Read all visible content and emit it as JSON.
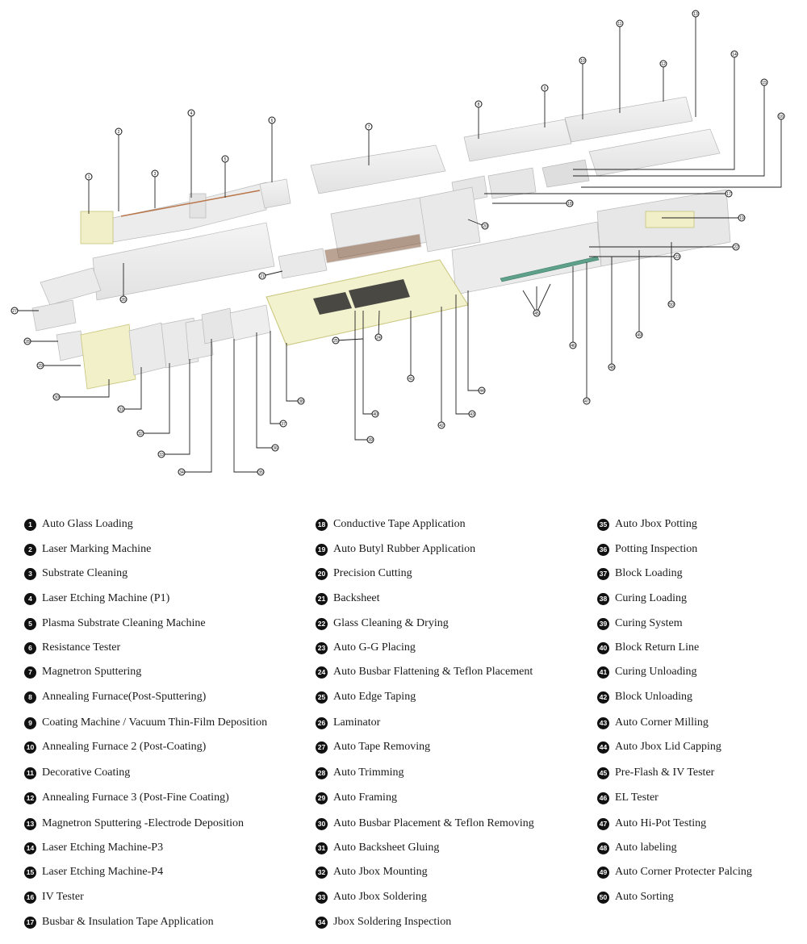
{
  "stations": [
    {
      "n": "1",
      "label": "Auto Glass Loading"
    },
    {
      "n": "2",
      "label": "Laser Marking Machine"
    },
    {
      "n": "3",
      "label": "Substrate Cleaning"
    },
    {
      "n": "4",
      "label": "Laser Etching Machine (P1)"
    },
    {
      "n": "5",
      "label": "Plasma Substrate Cleaning Machine"
    },
    {
      "n": "6",
      "label": "Resistance Tester"
    },
    {
      "n": "7",
      "label": "Magnetron Sputtering"
    },
    {
      "n": "8",
      "label": "Annealing Furnace(Post-Sputtering)"
    },
    {
      "n": "9",
      "label": "Coating Machine / Vacuum Thin-Film Deposition"
    },
    {
      "n": "10",
      "label": "Annealing Furnace 2 (Post-Coating)"
    },
    {
      "n": "11",
      "label": "Decorative Coating"
    },
    {
      "n": "12",
      "label": "Annealing Furnace 3 (Post-Fine Coating)"
    },
    {
      "n": "13",
      "label": "Magnetron Sputtering -Electrode Deposition"
    },
    {
      "n": "14",
      "label": "Laser Etching Machine-P3"
    },
    {
      "n": "15",
      "label": "Laser Etching Machine-P4"
    },
    {
      "n": "16",
      "label": "IV Tester"
    },
    {
      "n": "17",
      "label": "Busbar & Insulation Tape Application"
    },
    {
      "n": "18",
      "label": "Conductive Tape Application"
    },
    {
      "n": "19",
      "label": "Auto Butyl Rubber Application"
    },
    {
      "n": "20",
      "label": "Precision Cutting"
    },
    {
      "n": "21",
      "label": "Backsheet"
    },
    {
      "n": "22",
      "label": "Glass Cleaning & Drying"
    },
    {
      "n": "23",
      "label": "Auto G-G Placing"
    },
    {
      "n": "24",
      "label": "Auto Busbar Flattening & Teflon Placement"
    },
    {
      "n": "25",
      "label": "Auto Edge Taping"
    },
    {
      "n": "26",
      "label": "Laminator"
    },
    {
      "n": "27",
      "label": "Auto Tape Removing"
    },
    {
      "n": "28",
      "label": "Auto Trimming"
    },
    {
      "n": "29",
      "label": "Auto Framing"
    },
    {
      "n": "30",
      "label": "Auto Busbar Placement & Teflon Removing"
    },
    {
      "n": "31",
      "label": "Auto Backsheet Gluing"
    },
    {
      "n": "32",
      "label": "Auto Jbox Mounting"
    },
    {
      "n": "33",
      "label": "Auto Jbox Soldering"
    },
    {
      "n": "34",
      "label": "Jbox Soldering Inspection"
    },
    {
      "n": "35",
      "label": "Auto Jbox Potting"
    },
    {
      "n": "36",
      "label": "Potting Inspection"
    },
    {
      "n": "37",
      "label": "Block Loading"
    },
    {
      "n": "38",
      "label": "Curing Loading"
    },
    {
      "n": "39",
      "label": "Curing System"
    },
    {
      "n": "40",
      "label": "Block Return Line"
    },
    {
      "n": "41",
      "label": "Curing Unloading"
    },
    {
      "n": "42",
      "label": "Block Unloading"
    },
    {
      "n": "43",
      "label": "Auto Corner Milling"
    },
    {
      "n": "44",
      "label": "Auto Jbox Lid Capping"
    },
    {
      "n": "45",
      "label": "Pre-Flash & IV Tester"
    },
    {
      "n": "46",
      "label": "EL Tester"
    },
    {
      "n": "47",
      "label": "Auto Hi-Pot Testing"
    },
    {
      "n": "48",
      "label": "Auto labeling"
    },
    {
      "n": "49",
      "label": "Auto Corner Protecter Palcing"
    },
    {
      "n": "50",
      "label": "Auto Sorting"
    }
  ]
}
